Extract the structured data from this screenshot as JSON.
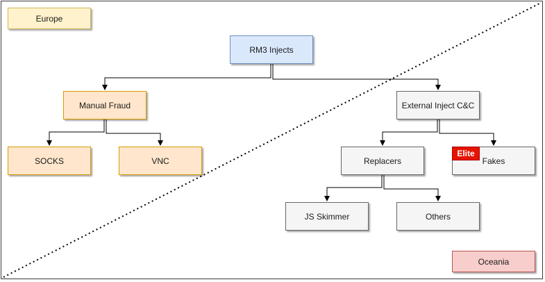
{
  "nodes": {
    "rm3_injects": "RM3 Injects",
    "manual_fraud": "Manual Fraud",
    "external_inject": "External Inject C&C",
    "socks": "SOCKS",
    "vnc": "VNC",
    "replacers": "Replacers",
    "fakes": "Fakes",
    "js_skimmer": "JS Skimmer",
    "others": "Others"
  },
  "regions": {
    "europe": "Europe",
    "oceania": "Oceania"
  },
  "badge": "Elite",
  "colors": {
    "blue_fill": "#dae8fc",
    "orange_fill": "#ffe6cc",
    "gray_fill": "#f5f5f5",
    "yellow_fill": "#fff2cc",
    "red_fill": "#f8cecc",
    "badge_red": "#e51400"
  }
}
